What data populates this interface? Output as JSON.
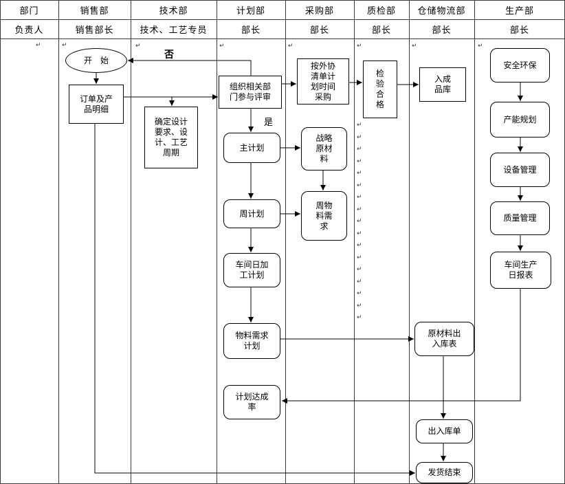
{
  "header": {
    "columns": [
      {
        "department": "部门",
        "owner": "负责人"
      },
      {
        "department": "销售部",
        "owner": "销售部长"
      },
      {
        "department": "技术部",
        "owner": "技术、工艺专员"
      },
      {
        "department": "计划部",
        "owner": "部长"
      },
      {
        "department": "采购部",
        "owner": "部长"
      },
      {
        "department": "质检部",
        "owner": "部长"
      },
      {
        "department": "仓储物流部",
        "owner": "部长"
      },
      {
        "department": "生产部",
        "owner": "部长"
      }
    ]
  },
  "nodes": {
    "start": "开　始",
    "order_detail": "订单及产\n品明细",
    "design_spec": "确定设计\n要求、设\n计、工艺\n周期",
    "review": "组织相关部\n门参与评审",
    "master_plan": "主计划",
    "weekly_plan": "周计划",
    "daily_plan": "车间日加\n工计划",
    "material_plan": "物料需求\n计划",
    "achievement_rate": "计划达成\n率",
    "outsource_purchase": "按外协\n清单计\n划时间\n采购",
    "strategic_material": "战略\n原材\n料",
    "weekly_material": "周物\n料需\n求",
    "inspection_pass": "检\n验\n合\n格",
    "finished_warehouse": "入成\n品库",
    "raw_material_table": "原材料出\n入库表",
    "in_out_slip": "出入库单",
    "shipping_end": "发货结束",
    "safety_env": "安全环保",
    "capacity_plan": "产能规划",
    "equipment_mgmt": "设备管理",
    "quality_mgmt": "质量管理",
    "daily_report": "车间生产\n日报表"
  },
  "branch_labels": {
    "no": "否",
    "yes": "是"
  },
  "marks": {
    "glyph": "↵"
  }
}
